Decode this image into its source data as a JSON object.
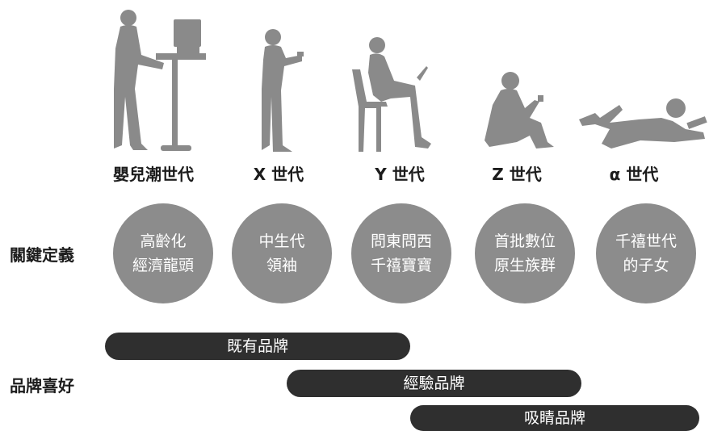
{
  "colors": {
    "silhouette": "#8a8a8a",
    "circle": "#8c8c8c",
    "bar": "#2f2f2f",
    "text": "#1c1c1c"
  },
  "generations": [
    {
      "label": "嬰兒潮世代",
      "line1": "高齡化",
      "line2": "經濟龍頭",
      "icon": "person-standing-computer-icon"
    },
    {
      "label": "X 世代",
      "line1": "中生代",
      "line2": "領袖",
      "icon": "person-standing-phone-icon"
    },
    {
      "label": "Y 世代",
      "line1": "問東問西",
      "line2": "千禧寶寶",
      "icon": "person-sitting-laptop-icon"
    },
    {
      "label": "Z 世代",
      "line1": "首批數位",
      "line2": "原生族群",
      "icon": "person-sitting-floor-phone-icon"
    },
    {
      "label": "α 世代",
      "line1": "千禧世代",
      "line2": "的子女",
      "icon": "child-lying-tablet-icon"
    }
  ],
  "rows": {
    "key_definition": "關鍵定義",
    "brand_preference": "品牌喜好"
  },
  "bars": [
    {
      "label": "既有品牌"
    },
    {
      "label": "經驗品牌"
    },
    {
      "label": "吸睛品牌"
    }
  ]
}
